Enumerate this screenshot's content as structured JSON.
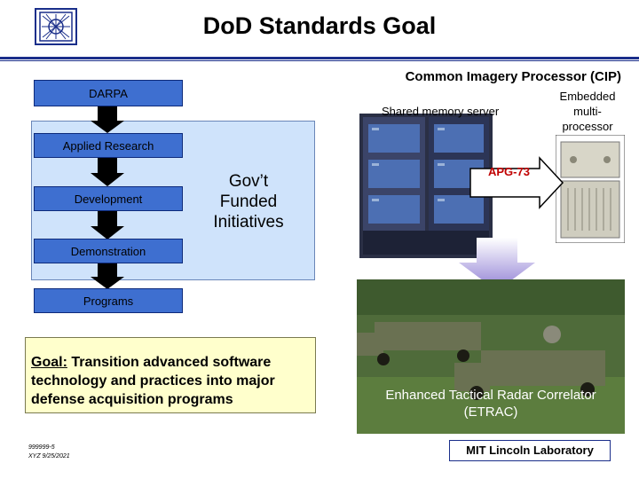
{
  "header": {
    "title": "DoD Standards Goal"
  },
  "cip": {
    "title": "Common Imagery Processor (CIP)"
  },
  "process": {
    "darpa": "DARPA",
    "applied_research": "Applied Research",
    "development": "Development",
    "demonstration": "Demonstration",
    "programs": "Programs"
  },
  "govt": {
    "line1": "Gov’t",
    "line2": "Funded",
    "line3": "Initiatives"
  },
  "goal": {
    "label": "Goal:",
    "text": " Transition advanced software technology and practices into major defense acquisition programs"
  },
  "hardware": {
    "shared_memory": "Shared memory server",
    "embedded_line1": "Embedded",
    "embedded_line2": "multi-",
    "embedded_line3": "processor",
    "apg": "APG-73"
  },
  "etrac": {
    "line1": "Enhanced Tactical Radar Correlator",
    "line2": "(ETRAC)"
  },
  "footer": {
    "org": "MIT Lincoln Laboratory",
    "id1": "999999-5",
    "id2": "XYZ 9/25/2021"
  },
  "colors": {
    "rule": "#1a2e8a",
    "stage_fill": "#3e6fd0",
    "panel": "#cfe3fb",
    "goal_fill": "#ffffcc",
    "apg": "#c00000"
  }
}
